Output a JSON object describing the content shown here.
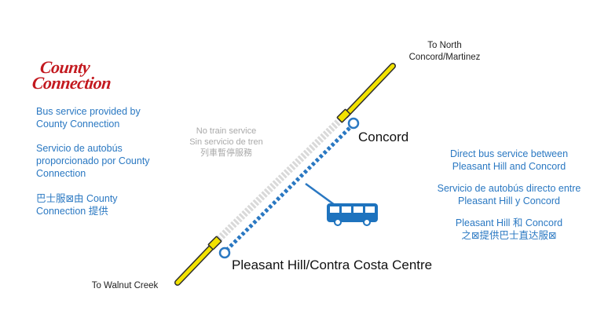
{
  "logo": {
    "line1": "County",
    "line2": "Connection"
  },
  "left_notes": {
    "english": "Bus service provided by County Connection",
    "spanish": "Servicio de autobús proporcionado por County Connection",
    "chinese": "巴士服⊠由 County Connection 提供"
  },
  "right_notes": {
    "english": "Direct bus service between Pleasant Hill and Concord",
    "spanish": "Servicio de autobús directo entre Pleasant Hill y Concord",
    "chinese_l1": "Pleasant Hill 和 Concord",
    "chinese_l2": "之⊠提供巴士直达服⊠"
  },
  "no_train": {
    "english": "No train service",
    "spanish": "Sin servicio de tren",
    "chinese": "列車暫停服務"
  },
  "stations": {
    "north": "Concord",
    "south": "Pleasant Hill/Contra Costa Centre"
  },
  "directions": {
    "north_l1": "To North",
    "north_l2": "Concord/Martinez",
    "south": "To Walnut Creek"
  },
  "icons": {
    "bus": "bus-icon"
  },
  "colors": {
    "rail_line": "#f2e200",
    "rail_outline": "#2e2e2e",
    "closed_segment": "#d9d9d9",
    "bus_route": "#2a78c2",
    "logo_red": "#c3191f",
    "text_blue": "#2a78c2",
    "note_gray": "#a9a9a9"
  }
}
